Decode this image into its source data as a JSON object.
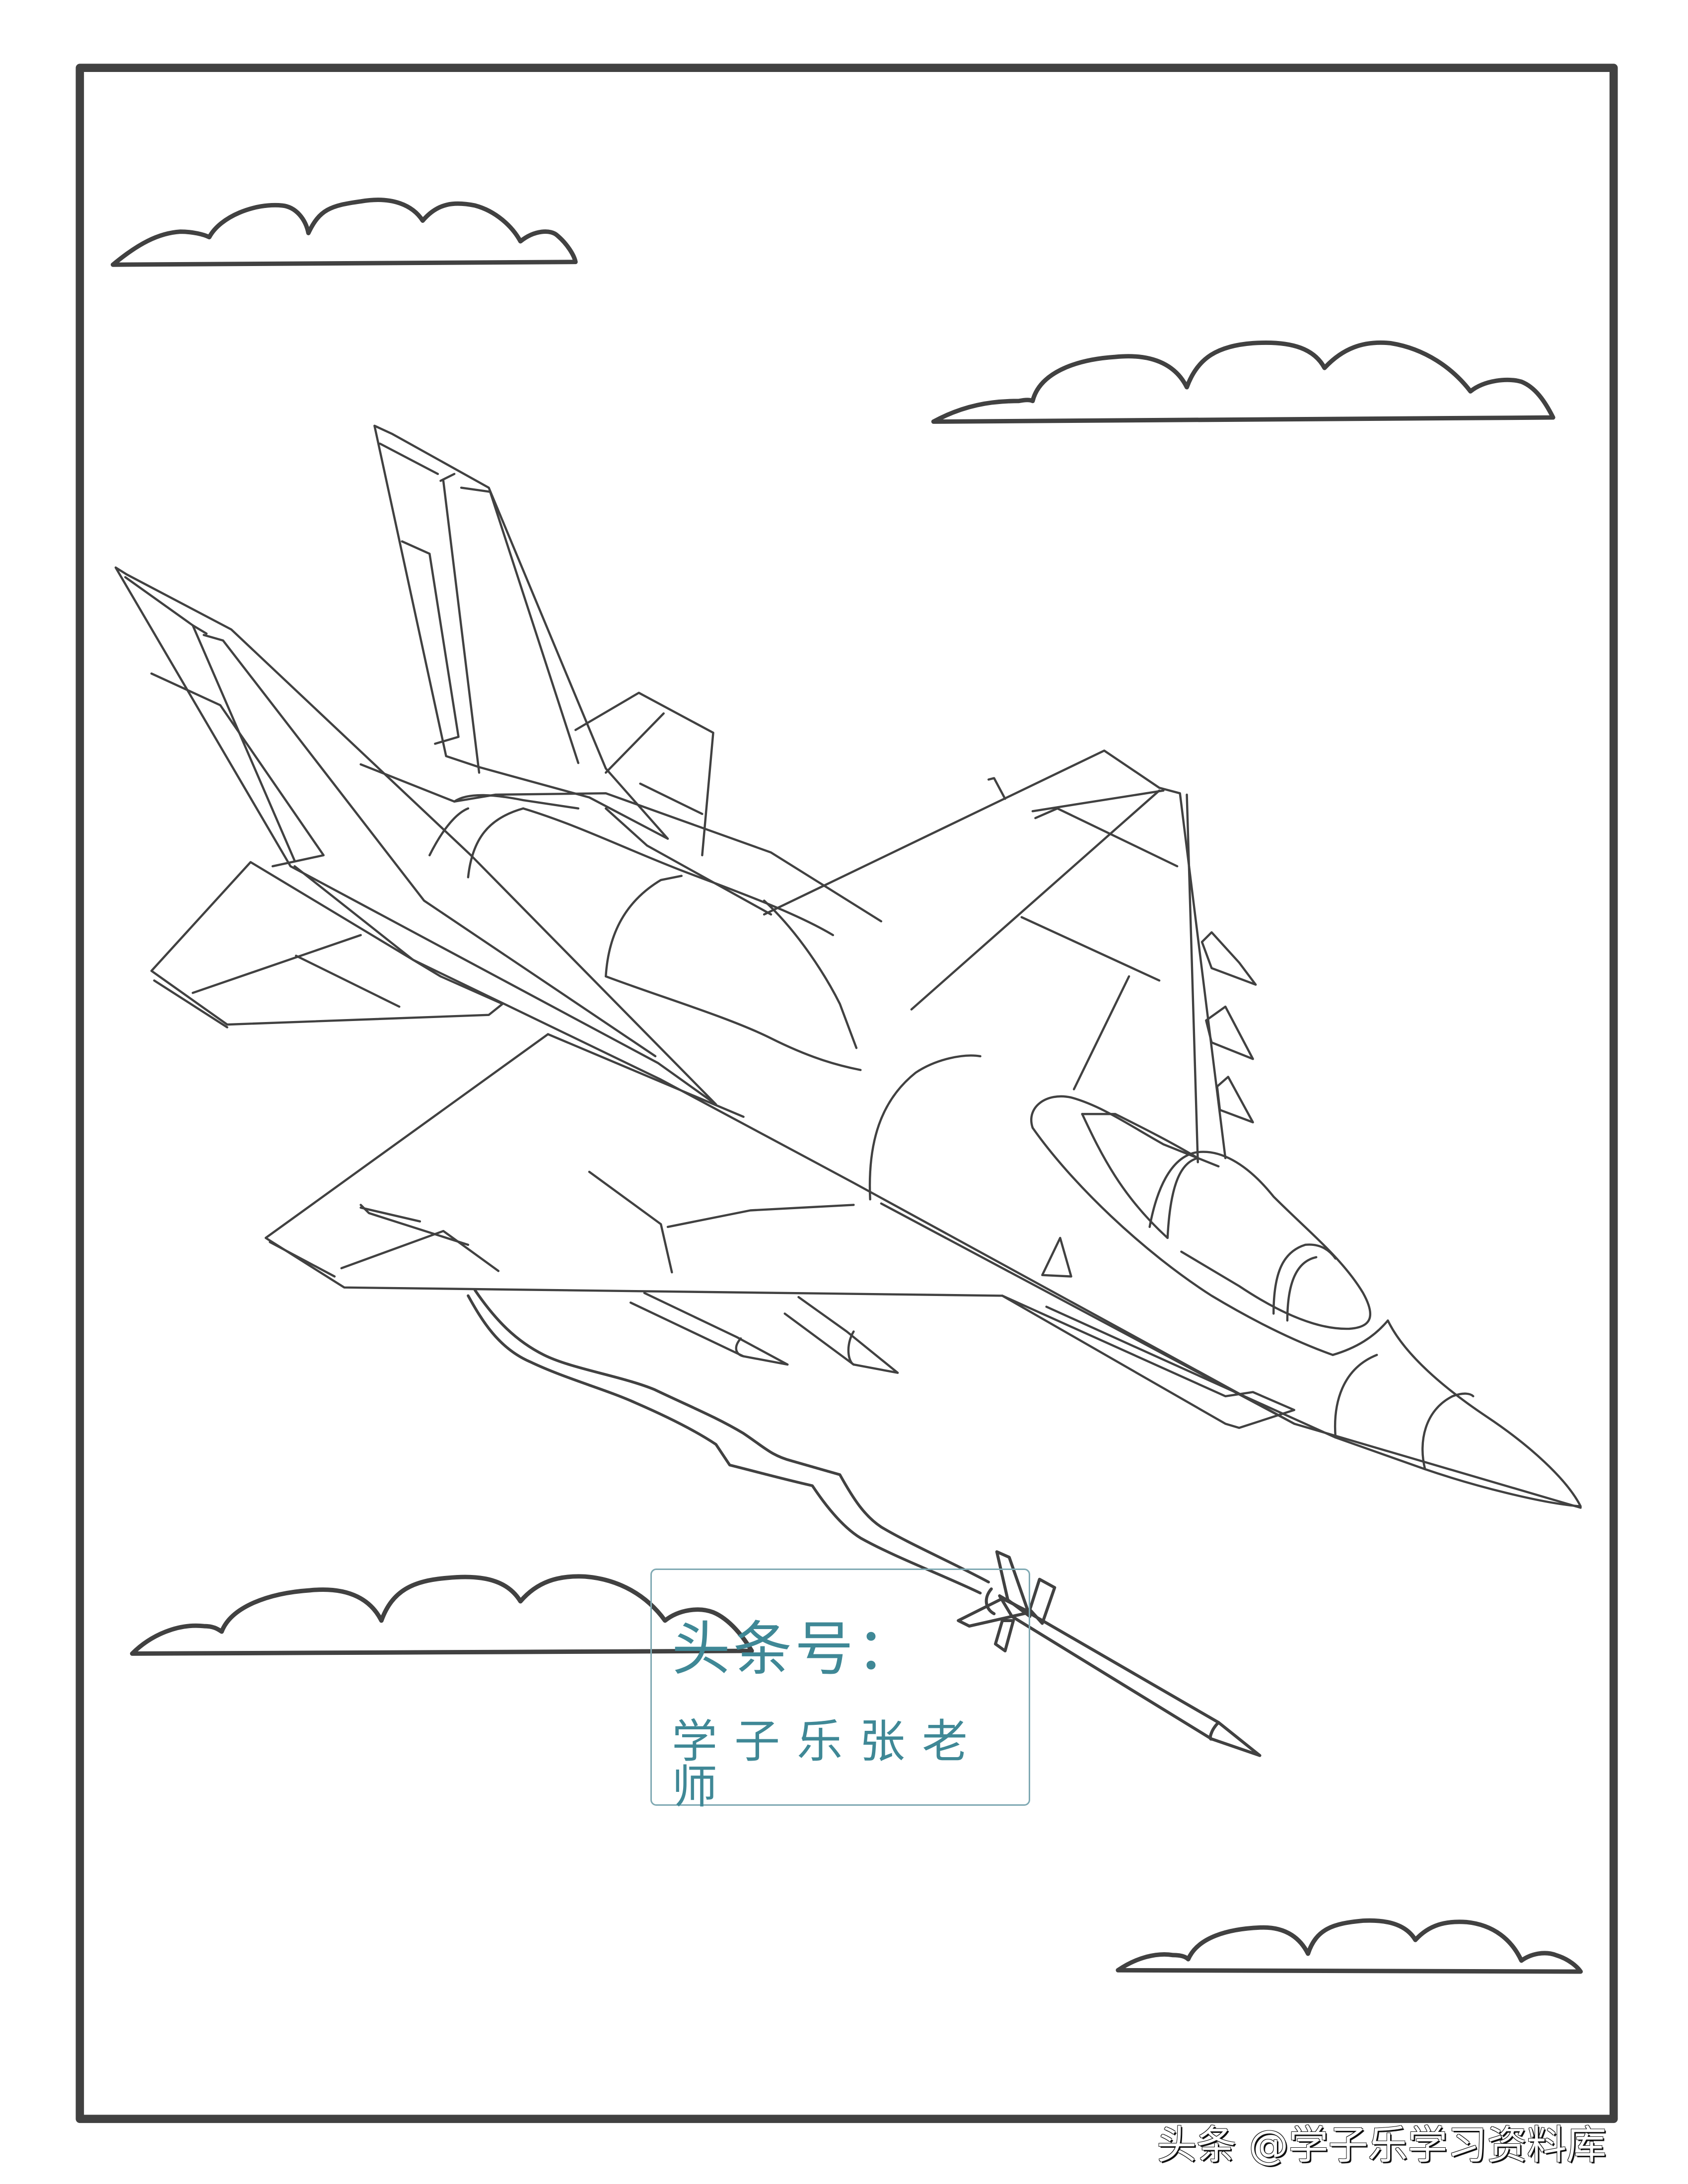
{
  "page": {
    "type": "coloring-page",
    "subject": "fighter jet firing missile among clouds",
    "line_color": "#414141",
    "background": "#ffffff",
    "frame_color": "#414141"
  },
  "watermark": {
    "line1": "头条号：",
    "line2": "学子乐张老师",
    "color": "#3f8896",
    "border_color": "#7fa9b3"
  },
  "attribution": {
    "text": "头条 @学子乐学习资料库"
  },
  "illustration": {
    "elements": [
      "frame",
      "cloud-top-left",
      "cloud-top-right",
      "fighter-jet",
      "missile",
      "missile-trail",
      "cloud-bottom-left",
      "cloud-bottom-right"
    ]
  }
}
